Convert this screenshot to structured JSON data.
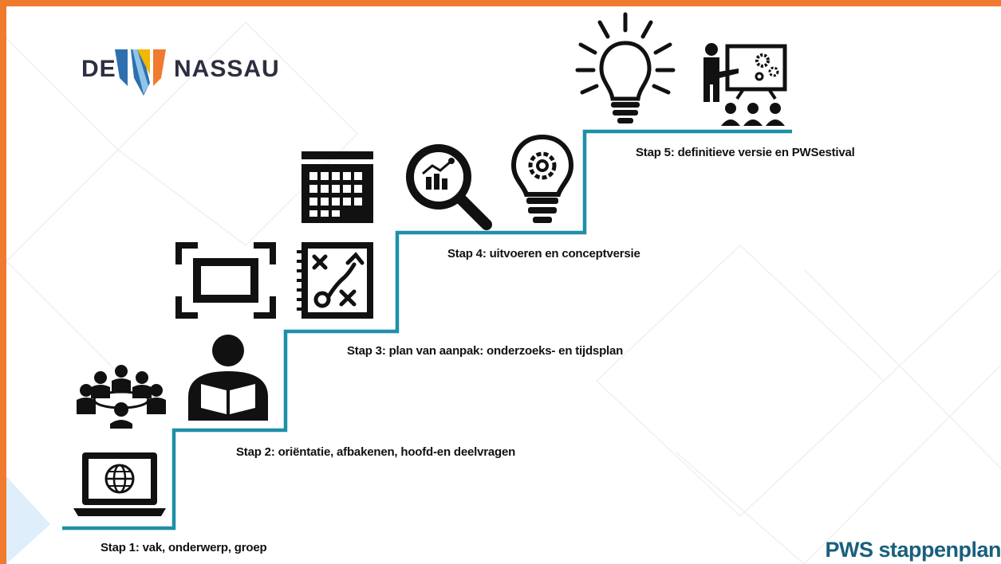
{
  "logo": {
    "left_text": "DE",
    "right_text": "NASSAU",
    "colors": {
      "blue": "#2f6fb0",
      "yellow": "#f2b705",
      "orange": "#f07a2e",
      "light_blue": "#8fc6e8"
    }
  },
  "title": "PWS stappenplan",
  "steps": [
    {
      "label": "Stap 1: vak, onderwerp, groep",
      "icons": [
        "laptop-globe-icon",
        "team-meeting-icon"
      ]
    },
    {
      "label": "Stap 2: oriëntatie, afbakenen, hoofd-en deelvragen",
      "icons": [
        "reading-person-icon",
        "focus-frame-icon"
      ]
    },
    {
      "label": "Stap 3: plan van aanpak: onderzoeks- en tijdsplan",
      "icons": [
        "strategy-plan-icon",
        "calendar-icon"
      ]
    },
    {
      "label": "Stap 4: uitvoeren en conceptversie",
      "icons": [
        "analytics-magnifier-icon",
        "gear-bulb-icon"
      ]
    },
    {
      "label": "Stap 5: definitieve versie en PWSestival",
      "icons": [
        "lightbulb-icon",
        "presentation-icon"
      ]
    }
  ],
  "colors": {
    "border": "#f07a2e",
    "stair_line": "#1e8fa8",
    "title": "#1a5f7d",
    "icon": "#111111"
  }
}
